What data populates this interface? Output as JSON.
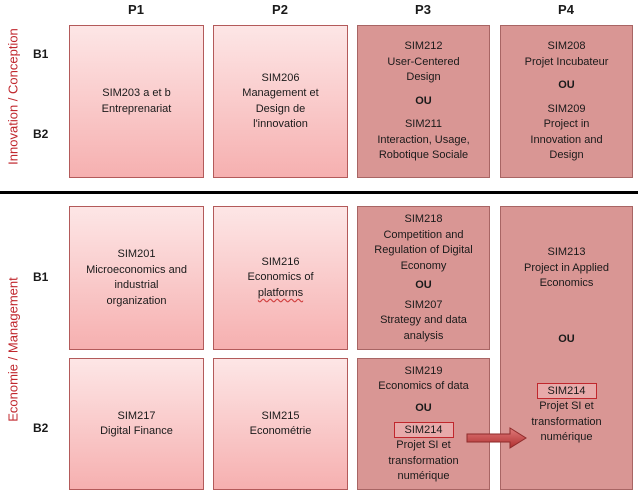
{
  "columns": [
    "P1",
    "P2",
    "P3",
    "P4"
  ],
  "rows": [
    "B1",
    "B2"
  ],
  "sections": {
    "top": "Innovation / Conception",
    "bottom": "Economie / Management"
  },
  "ou": "OU",
  "cells": {
    "sim203": {
      "code": "SIM203 a et b",
      "title": "Entreprenariat"
    },
    "sim206": {
      "code": "SIM206",
      "l1": "Management  et",
      "l2": "Design de",
      "l3": "l'innovation"
    },
    "sim212": {
      "code": "SIM212",
      "l1": "User-Centered",
      "l2": "Design"
    },
    "sim211": {
      "code": "SIM211",
      "l1": "Interaction, Usage,",
      "l2": "Robotique Sociale"
    },
    "sim208": {
      "code": "SIM208",
      "l1": "Projet Incubateur"
    },
    "sim209": {
      "code": "SIM209",
      "l1": "Project in",
      "l2": "Innovation and",
      "l3": "Design"
    },
    "sim201": {
      "code": "SIM201",
      "l1": "Microeconomics and",
      "l2": "industrial",
      "l3": "organization"
    },
    "sim216": {
      "code": "SIM216",
      "l1": "Economics of",
      "l2": "platforms"
    },
    "sim218": {
      "code": "SIM218",
      "l1": "Competition and",
      "l2": "Regulation of Digital",
      "l3": "Economy"
    },
    "sim207": {
      "code": "SIM207",
      "l1": "Strategy and data",
      "l2": "analysis"
    },
    "sim213": {
      "code": "SIM213",
      "l1": "Project in Applied",
      "l2": "Economics"
    },
    "sim217": {
      "code": "SIM217",
      "l1": "Digital Finance"
    },
    "sim215": {
      "code": "SIM215",
      "l1": "Econométrie"
    },
    "sim219": {
      "code": "SIM219",
      "l1": "Economics of data"
    },
    "sim214a": {
      "code": "SIM214",
      "l1": "Projet SI et",
      "l2": "transformation",
      "l3": "numérique"
    },
    "sim214b": {
      "code": "SIM214",
      "l1": "Projet SI et",
      "l2": "transformation",
      "l3": "numérique"
    }
  }
}
